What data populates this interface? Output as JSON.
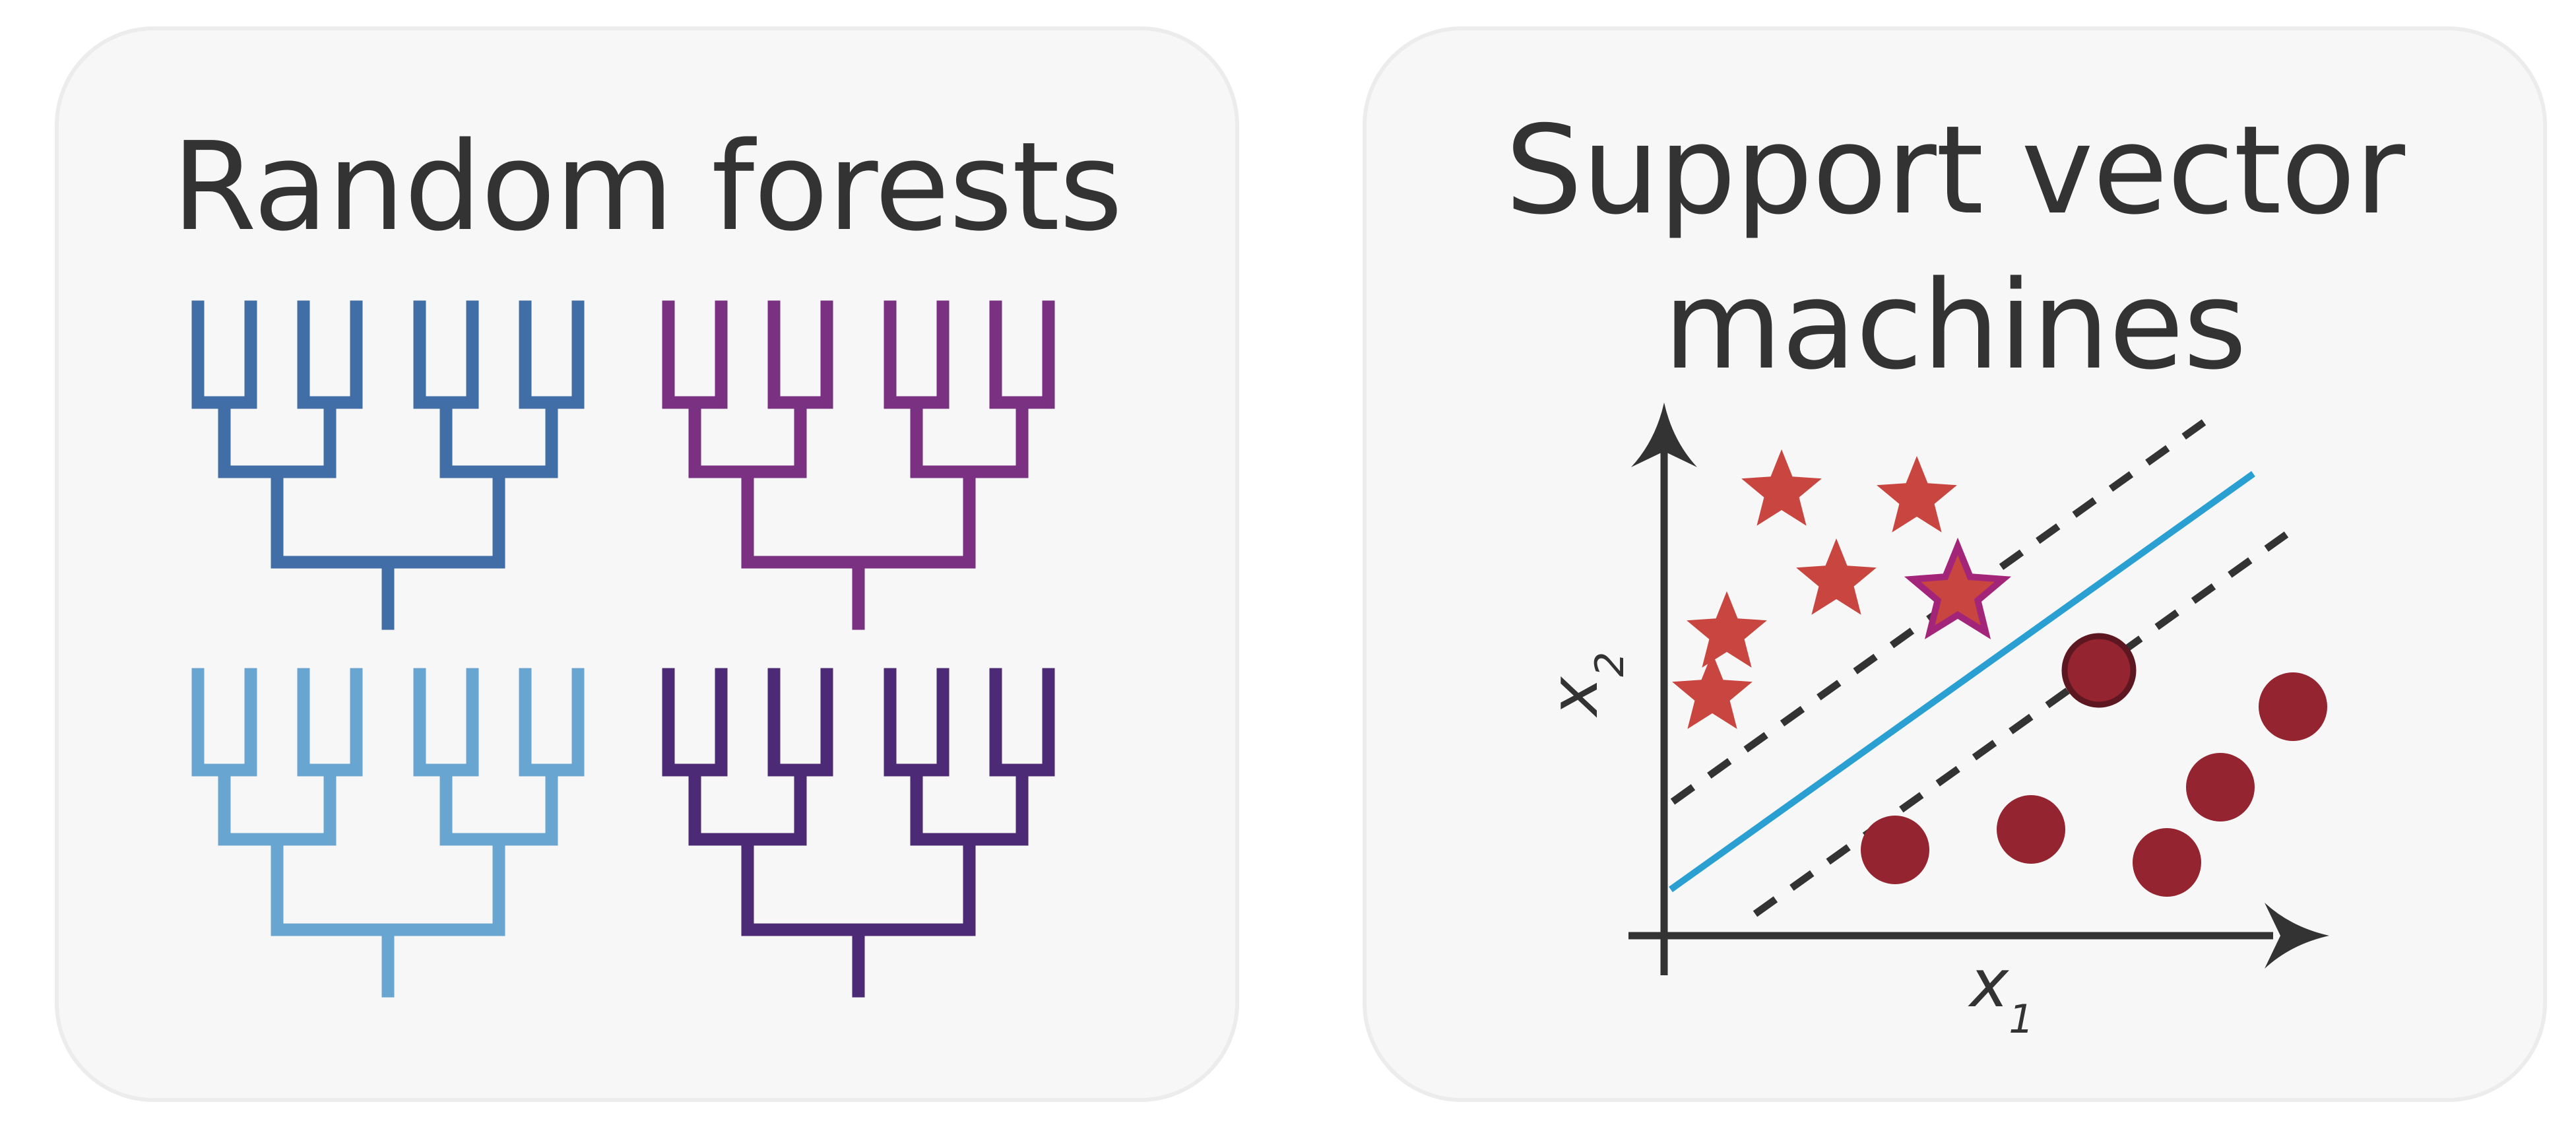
{
  "panels": {
    "random_forest": {
      "title": "Random forests",
      "tree_colors": [
        "#416ea7",
        "#7a3181",
        "#69a5d1",
        "#4c2a75"
      ]
    },
    "svm": {
      "title_line1": "Support vector",
      "title_line2": "machines",
      "x_label": "x",
      "x_subscript": "1",
      "y_label": "x",
      "y_subscript": "2",
      "colors": {
        "star": "#c8463f",
        "support_star_outline": "#a3257a",
        "circle": "#94242f",
        "support_circle_outline": "#5c1720",
        "hyperplane": "#2aa0d2",
        "margin": "#333333",
        "axis": "#333333"
      }
    }
  }
}
